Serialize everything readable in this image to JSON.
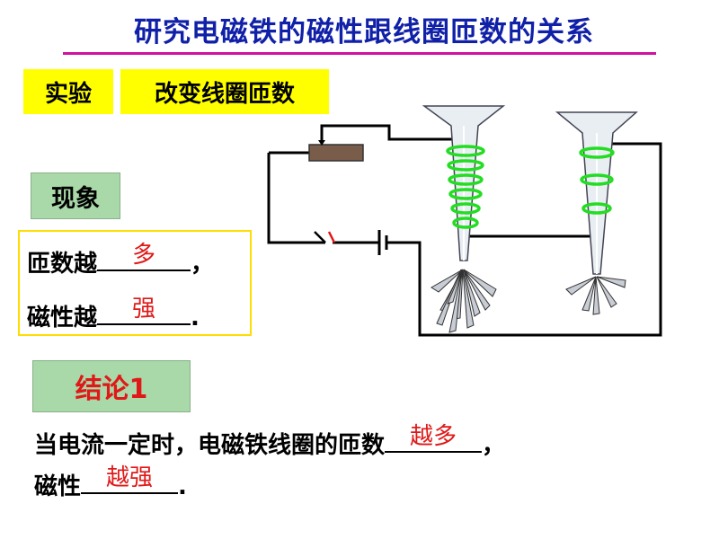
{
  "title": "研究电磁铁的磁性跟线圈匝数的关系",
  "tags": {
    "experiment": "实验",
    "change": "改变线圈匝数",
    "phenomenon": "现象",
    "conclusion": "结论1"
  },
  "observation": {
    "line1_prefix": "匝数越",
    "line1_answer": "多",
    "line1_suffix": "，",
    "line2_prefix": "磁性越",
    "line2_answer": "强",
    "line2_suffix": "."
  },
  "conclusion": {
    "line1_prefix": "当电流一定时，电磁铁线圈的匝数",
    "line1_answer": "越多",
    "line1_suffix": "，",
    "line2_prefix": "磁性",
    "line2_answer": "越强",
    "line2_suffix": "."
  },
  "colors": {
    "title": "#1020a8",
    "title_rule": "#d010a0",
    "tag_yellow": "#ffff00",
    "tag_green": "#a9d8a9",
    "answer_red": "#e01818",
    "coil_green": "#22dd22",
    "wire": "#000000"
  }
}
